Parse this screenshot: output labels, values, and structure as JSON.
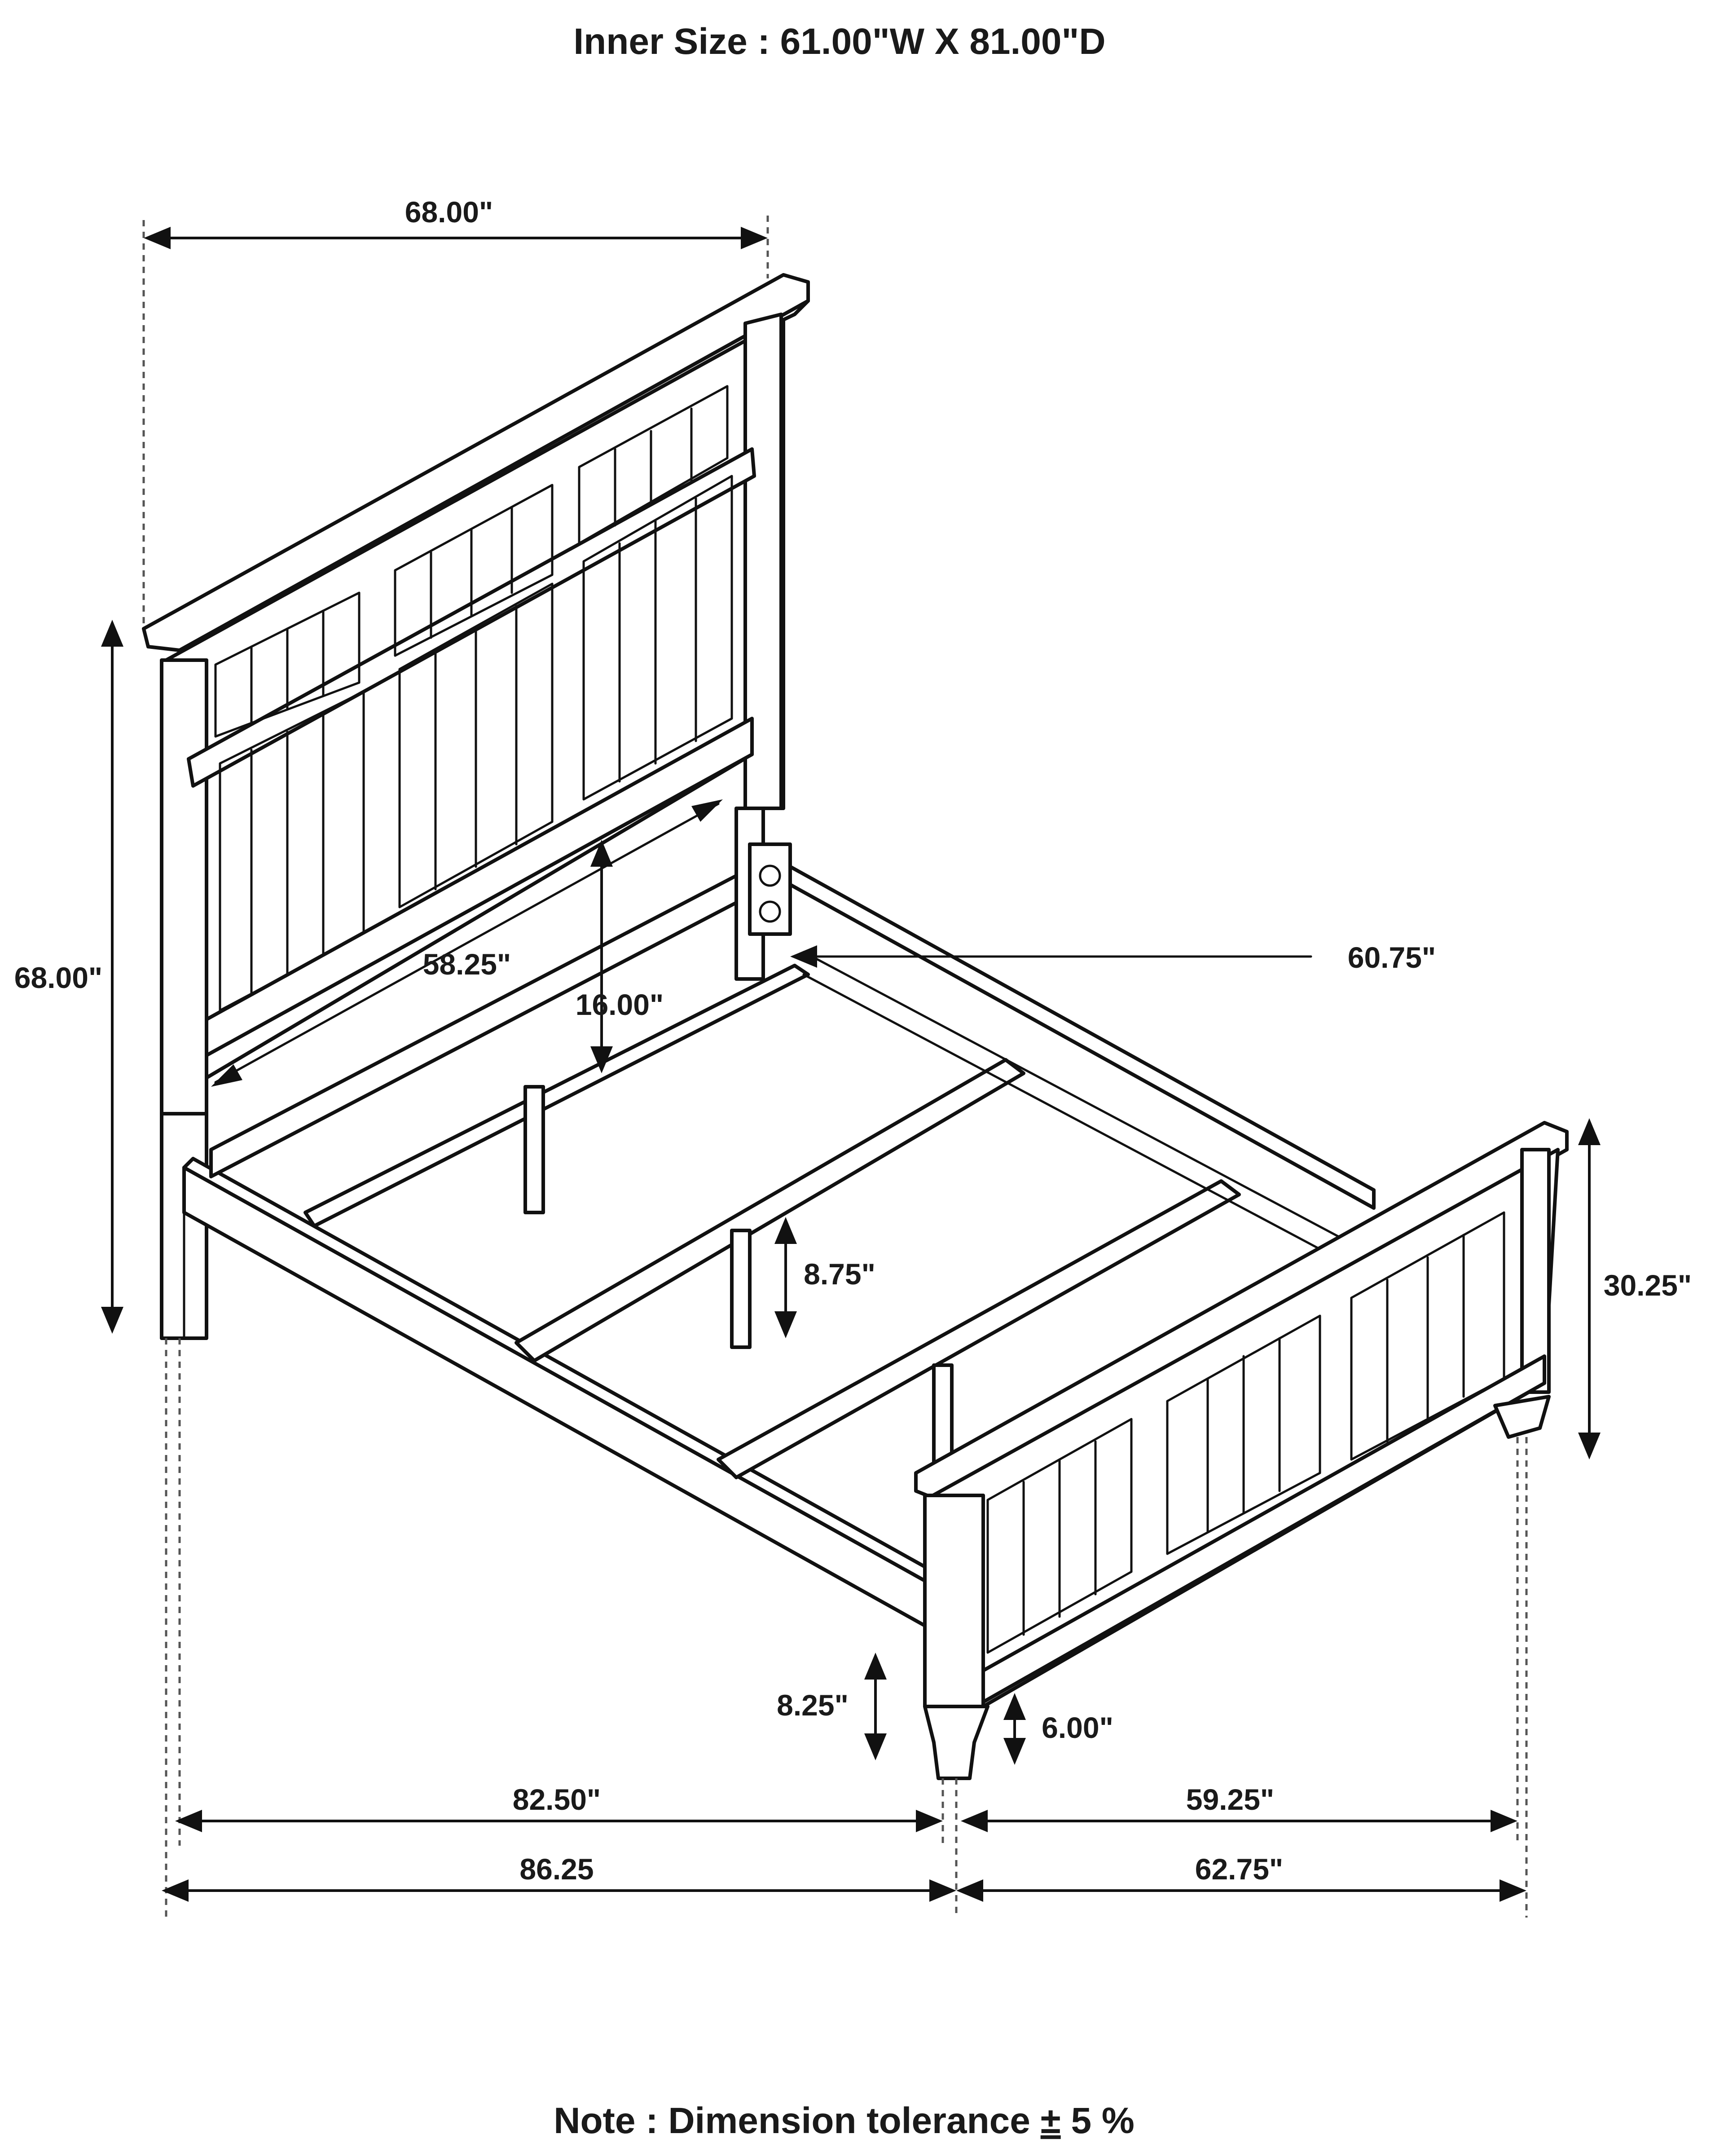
{
  "header": {
    "inner_size": "Inner Size : 61.00\"W X 81.00\"D"
  },
  "dimensions": {
    "headboard_width": "68.00\"",
    "headboard_height": "68.00\"",
    "headboard_inner_width": "58.25\"",
    "rail_to_headboard": "16.00\"",
    "side_rail_length": "60.75\"",
    "slat_height": "8.75\"",
    "footboard_height": "30.25\"",
    "rail_clearance": "8.25\"",
    "foot_height": "6.00\"",
    "inner_length": "82.50\"",
    "outer_length": "86.25",
    "inner_width": "59.25\"",
    "outer_width": "62.75\""
  },
  "footer": {
    "note_prefix": "Note : Dimension tolerance ",
    "note_symbol": "±",
    "note_suffix": " 5 %"
  }
}
